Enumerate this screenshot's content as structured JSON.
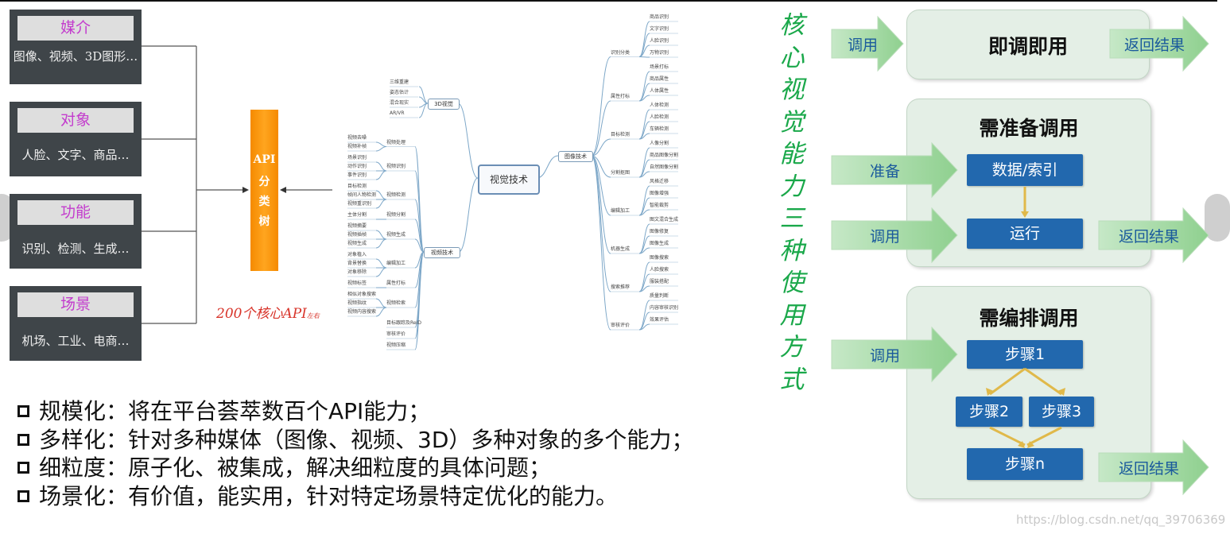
{
  "left_cards": [
    {
      "title": "媒介",
      "desc": "图像、视频、3D图形…"
    },
    {
      "title": "对象",
      "desc": "人脸、文字、商品…"
    },
    {
      "title": "功能",
      "desc": "识别、检测、生成…"
    },
    {
      "title": "场景",
      "desc": "机场、工业、电商…"
    }
  ],
  "api_tree": {
    "chars": [
      "API",
      "分",
      "类",
      "树"
    ],
    "note": "200个核心API",
    "note_small": "左右"
  },
  "mindmap": {
    "root": "视觉技术",
    "branches": [
      {
        "label": "3D视觉",
        "leaves": [
          "三维重建",
          "姿态估计",
          "混合现实",
          "AR/VR"
        ]
      },
      {
        "label": "图像技术",
        "leaves": []
      },
      {
        "label": "视频技术",
        "leaves": []
      }
    ],
    "image_groups": [
      {
        "label": "识别分类",
        "leaves": [
          "商品识别",
          "文字识别",
          "人脸识别",
          "万物识别"
        ]
      },
      {
        "label": "属性打标",
        "leaves": [
          "场景打标",
          "商品属性",
          "人体属性"
        ]
      },
      {
        "label": "目标检测",
        "leaves": [
          "人体检测",
          "人脸检测",
          "车辆检测"
        ]
      },
      {
        "label": "分割抠图",
        "leaves": [
          "人像分割",
          "商品图像分割",
          "自然图像分割"
        ]
      },
      {
        "label": "编辑加工",
        "leaves": [
          "风格迁移",
          "图像增强",
          "智能裁剪"
        ]
      },
      {
        "label": "机器生成",
        "leaves": [
          "图文混合生成",
          "图像修复",
          "图像生成"
        ]
      },
      {
        "label": "搜索推荐",
        "leaves": [
          "图像搜索",
          "人脸搜索",
          "服装搭配"
        ]
      },
      {
        "label": "审核评价",
        "leaves": [
          "质量判断",
          "内容审核识别",
          "效果评估"
        ]
      }
    ],
    "video_groups": [
      {
        "label": "视频处理",
        "leaves": [
          "视频去噪",
          "视频补帧"
        ]
      },
      {
        "label": "视频识别",
        "leaves": [
          "场景识别",
          "动作识别",
          "事件识别"
        ]
      },
      {
        "label": "视频检测",
        "leaves": [
          "目标检测",
          "帧间人物检测",
          "视频重识别"
        ]
      },
      {
        "label": "视频分割",
        "leaves": [
          "主体分割"
        ]
      },
      {
        "label": "视频生成",
        "leaves": [
          "视频摘要",
          "视频插帧",
          "视频生成"
        ]
      },
      {
        "label": "编辑加工",
        "leaves": [
          "对象植入",
          "背景替换",
          "对象移除"
        ]
      },
      {
        "label": "属性打标",
        "leaves": [
          "视频标签"
        ]
      },
      {
        "label": "视频检索",
        "leaves": [
          "相似对象搜索",
          "视频指纹",
          "视频内容搜索"
        ]
      },
      {
        "label": "目标跟踪及ReID",
        "leaves": []
      },
      {
        "label": "审核评价",
        "leaves": []
      },
      {
        "label": "视频压缩",
        "leaves": []
      }
    ]
  },
  "vertical_title": "核心视觉能力三种使用方式",
  "panels": {
    "instant": {
      "title": "即调即用",
      "in_label": "调用",
      "out_label": "返回结果"
    },
    "prepare": {
      "title": "需准备调用",
      "in1_label": "准备",
      "box1": "数据/索引",
      "in2_label": "调用",
      "box2": "运行",
      "out_label": "返回结果"
    },
    "orchestrate": {
      "title": "需编排调用",
      "in_label": "调用",
      "step1": "步骤1",
      "step2": "步骤2",
      "step3": "步骤3",
      "stepn": "步骤n",
      "out_label": "返回结果"
    }
  },
  "bullets": [
    "规模化：将在平台荟萃数百个API能力；",
    "多样化：针对多种媒体（图像、视频、3D）多种对象的多个能力；",
    "细粒度：原子化、被集成，解决细粒度的具体问题；",
    "场景化：有价值，能实用，针对特定场景特定优化的能力。"
  ],
  "watermark": "https://blog.csdn.net/qq_39706369",
  "colors": {
    "card_bg": "#3f4549",
    "card_title": "#c33ccd",
    "api_orange": "#f58a00",
    "green_title": "#1aa84a",
    "step_blue": "#2268ae",
    "panel_bg": "#e4efe6"
  }
}
